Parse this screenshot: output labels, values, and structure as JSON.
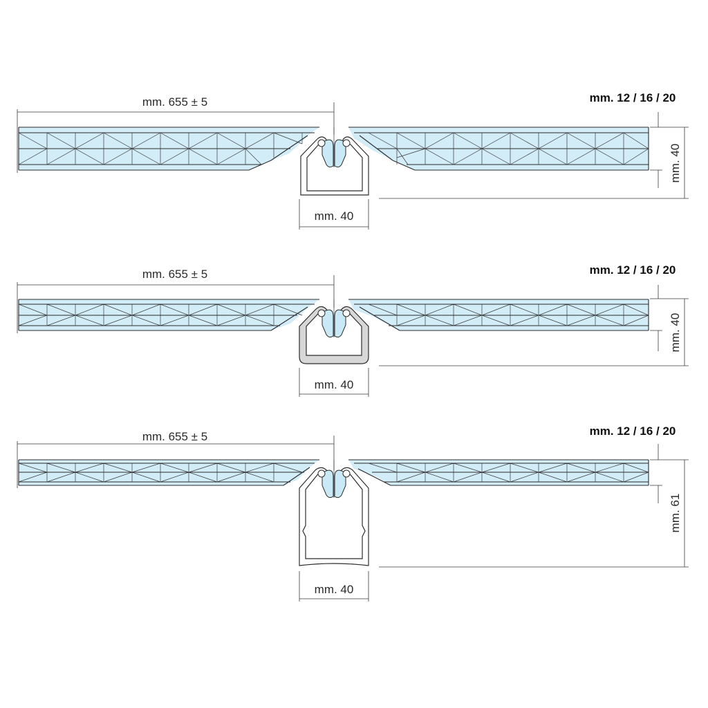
{
  "diagrams": [
    {
      "width_label": "mm. 655 ± 5",
      "thickness_label": "mm. 12 / 16 / 20",
      "profile_width_label": "mm. 40",
      "profile_height_label": "mm. 40"
    },
    {
      "width_label": "mm. 655 ± 5",
      "thickness_label": "mm. 12 / 16 / 20",
      "profile_width_label": "mm. 40",
      "profile_height_label": "mm. 40"
    },
    {
      "width_label": "mm. 655 ± 5",
      "thickness_label": "mm. 12 / 16 / 20",
      "profile_width_label": "mm. 40",
      "profile_height_label": "mm. 61"
    }
  ],
  "colors": {
    "panel": "#d2ecf8",
    "lines": "#2b2b2b",
    "profile_solid": "#d7d7d7"
  }
}
